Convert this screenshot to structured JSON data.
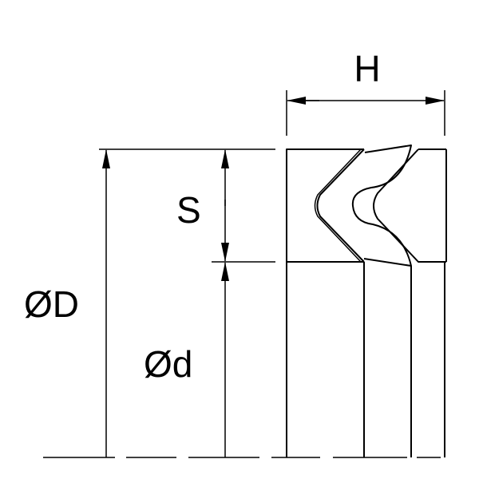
{
  "labels": {
    "height": "H",
    "section": "S",
    "outer_diameter": "ØD",
    "inner_diameter": "Ød"
  },
  "colors": {
    "line": "#000000",
    "background": "#ffffff"
  }
}
